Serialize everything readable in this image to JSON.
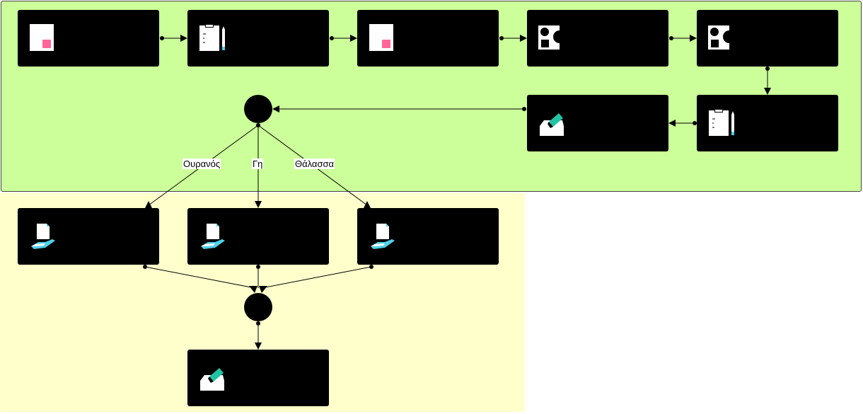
{
  "colors": {
    "lane_top_fill": "#ccff99",
    "lane_bottom_fill": "#ffffcc",
    "node_fill": "#000000",
    "icon_paper": "#ffffff",
    "icon_pink": "#ff6699",
    "icon_teal": "#20c4a4",
    "icon_cyan": "#4fd0e8"
  },
  "gateway_labels": {
    "left": "Ουρανός",
    "middle": "Γη",
    "right": "Θάλασσα"
  },
  "nodes": [
    {
      "id": "t1",
      "icon": "document-icon"
    },
    {
      "id": "t2",
      "icon": "clipboard-pen-icon"
    },
    {
      "id": "t3",
      "icon": "document-icon"
    },
    {
      "id": "t4",
      "icon": "shapes-icon"
    },
    {
      "id": "t5",
      "icon": "shapes-icon"
    },
    {
      "id": "t6",
      "icon": "clipboard-pen-icon"
    },
    {
      "id": "t7",
      "icon": "inbox-upload-icon"
    },
    {
      "id": "b1",
      "icon": "hand-document-icon"
    },
    {
      "id": "b2",
      "icon": "hand-document-icon"
    },
    {
      "id": "b3",
      "icon": "hand-document-icon"
    },
    {
      "id": "b4",
      "icon": "inbox-upload-icon"
    }
  ]
}
